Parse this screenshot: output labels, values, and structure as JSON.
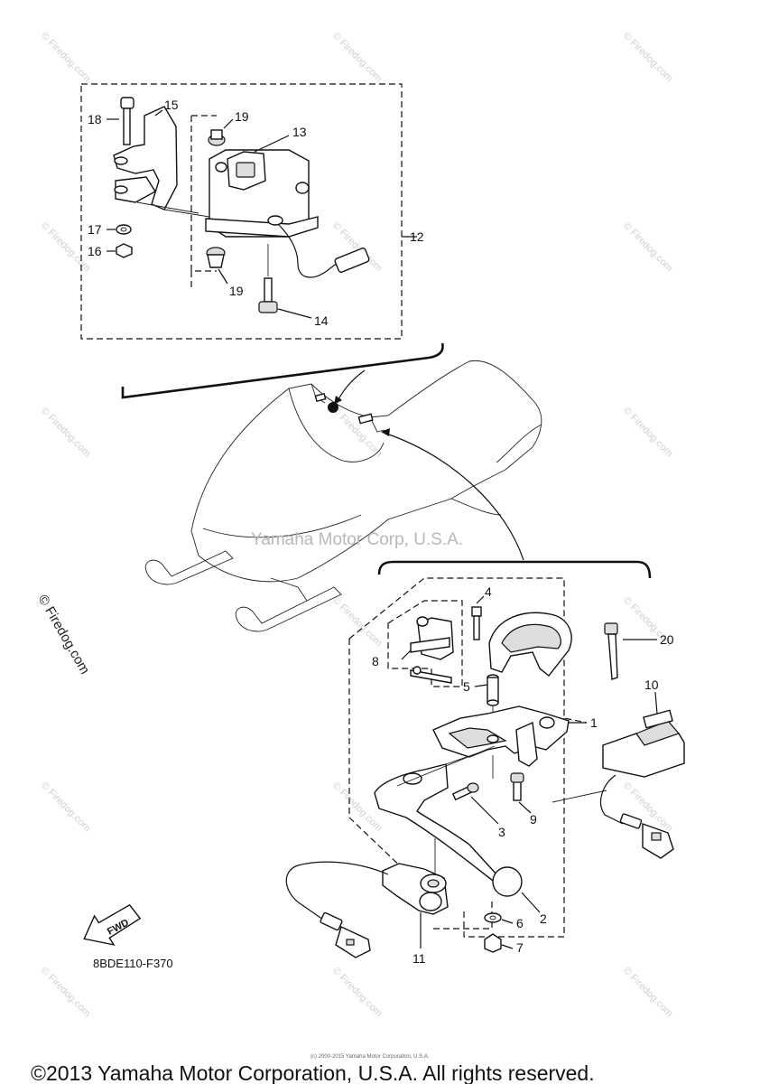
{
  "diagram_code": "8BDE110-F370",
  "watermark_center": "Yamaha Motor Corp, U.S.A.",
  "watermark_side": "© Firedog.com",
  "watermark_tile": "© Firedog.com",
  "fwd_label": "FWD",
  "copyright": "©2013 Yamaha Motor Corporation, U.S.A. All rights reserved.",
  "tiny_copyright": "(c) 2000-2015 Yamaha Motor Corporation, U.S.A.",
  "callouts": {
    "c1": "1",
    "c2": "2",
    "c3": "3",
    "c4": "4",
    "c5": "5",
    "c6": "6",
    "c7": "7",
    "c8": "8",
    "c9": "9",
    "c10": "10",
    "c11": "11",
    "c12": "12",
    "c13": "13",
    "c14": "14",
    "c15": "15",
    "c16": "16",
    "c17": "17",
    "c18": "18",
    "c19a": "19",
    "c19b": "19",
    "c20": "20"
  }
}
